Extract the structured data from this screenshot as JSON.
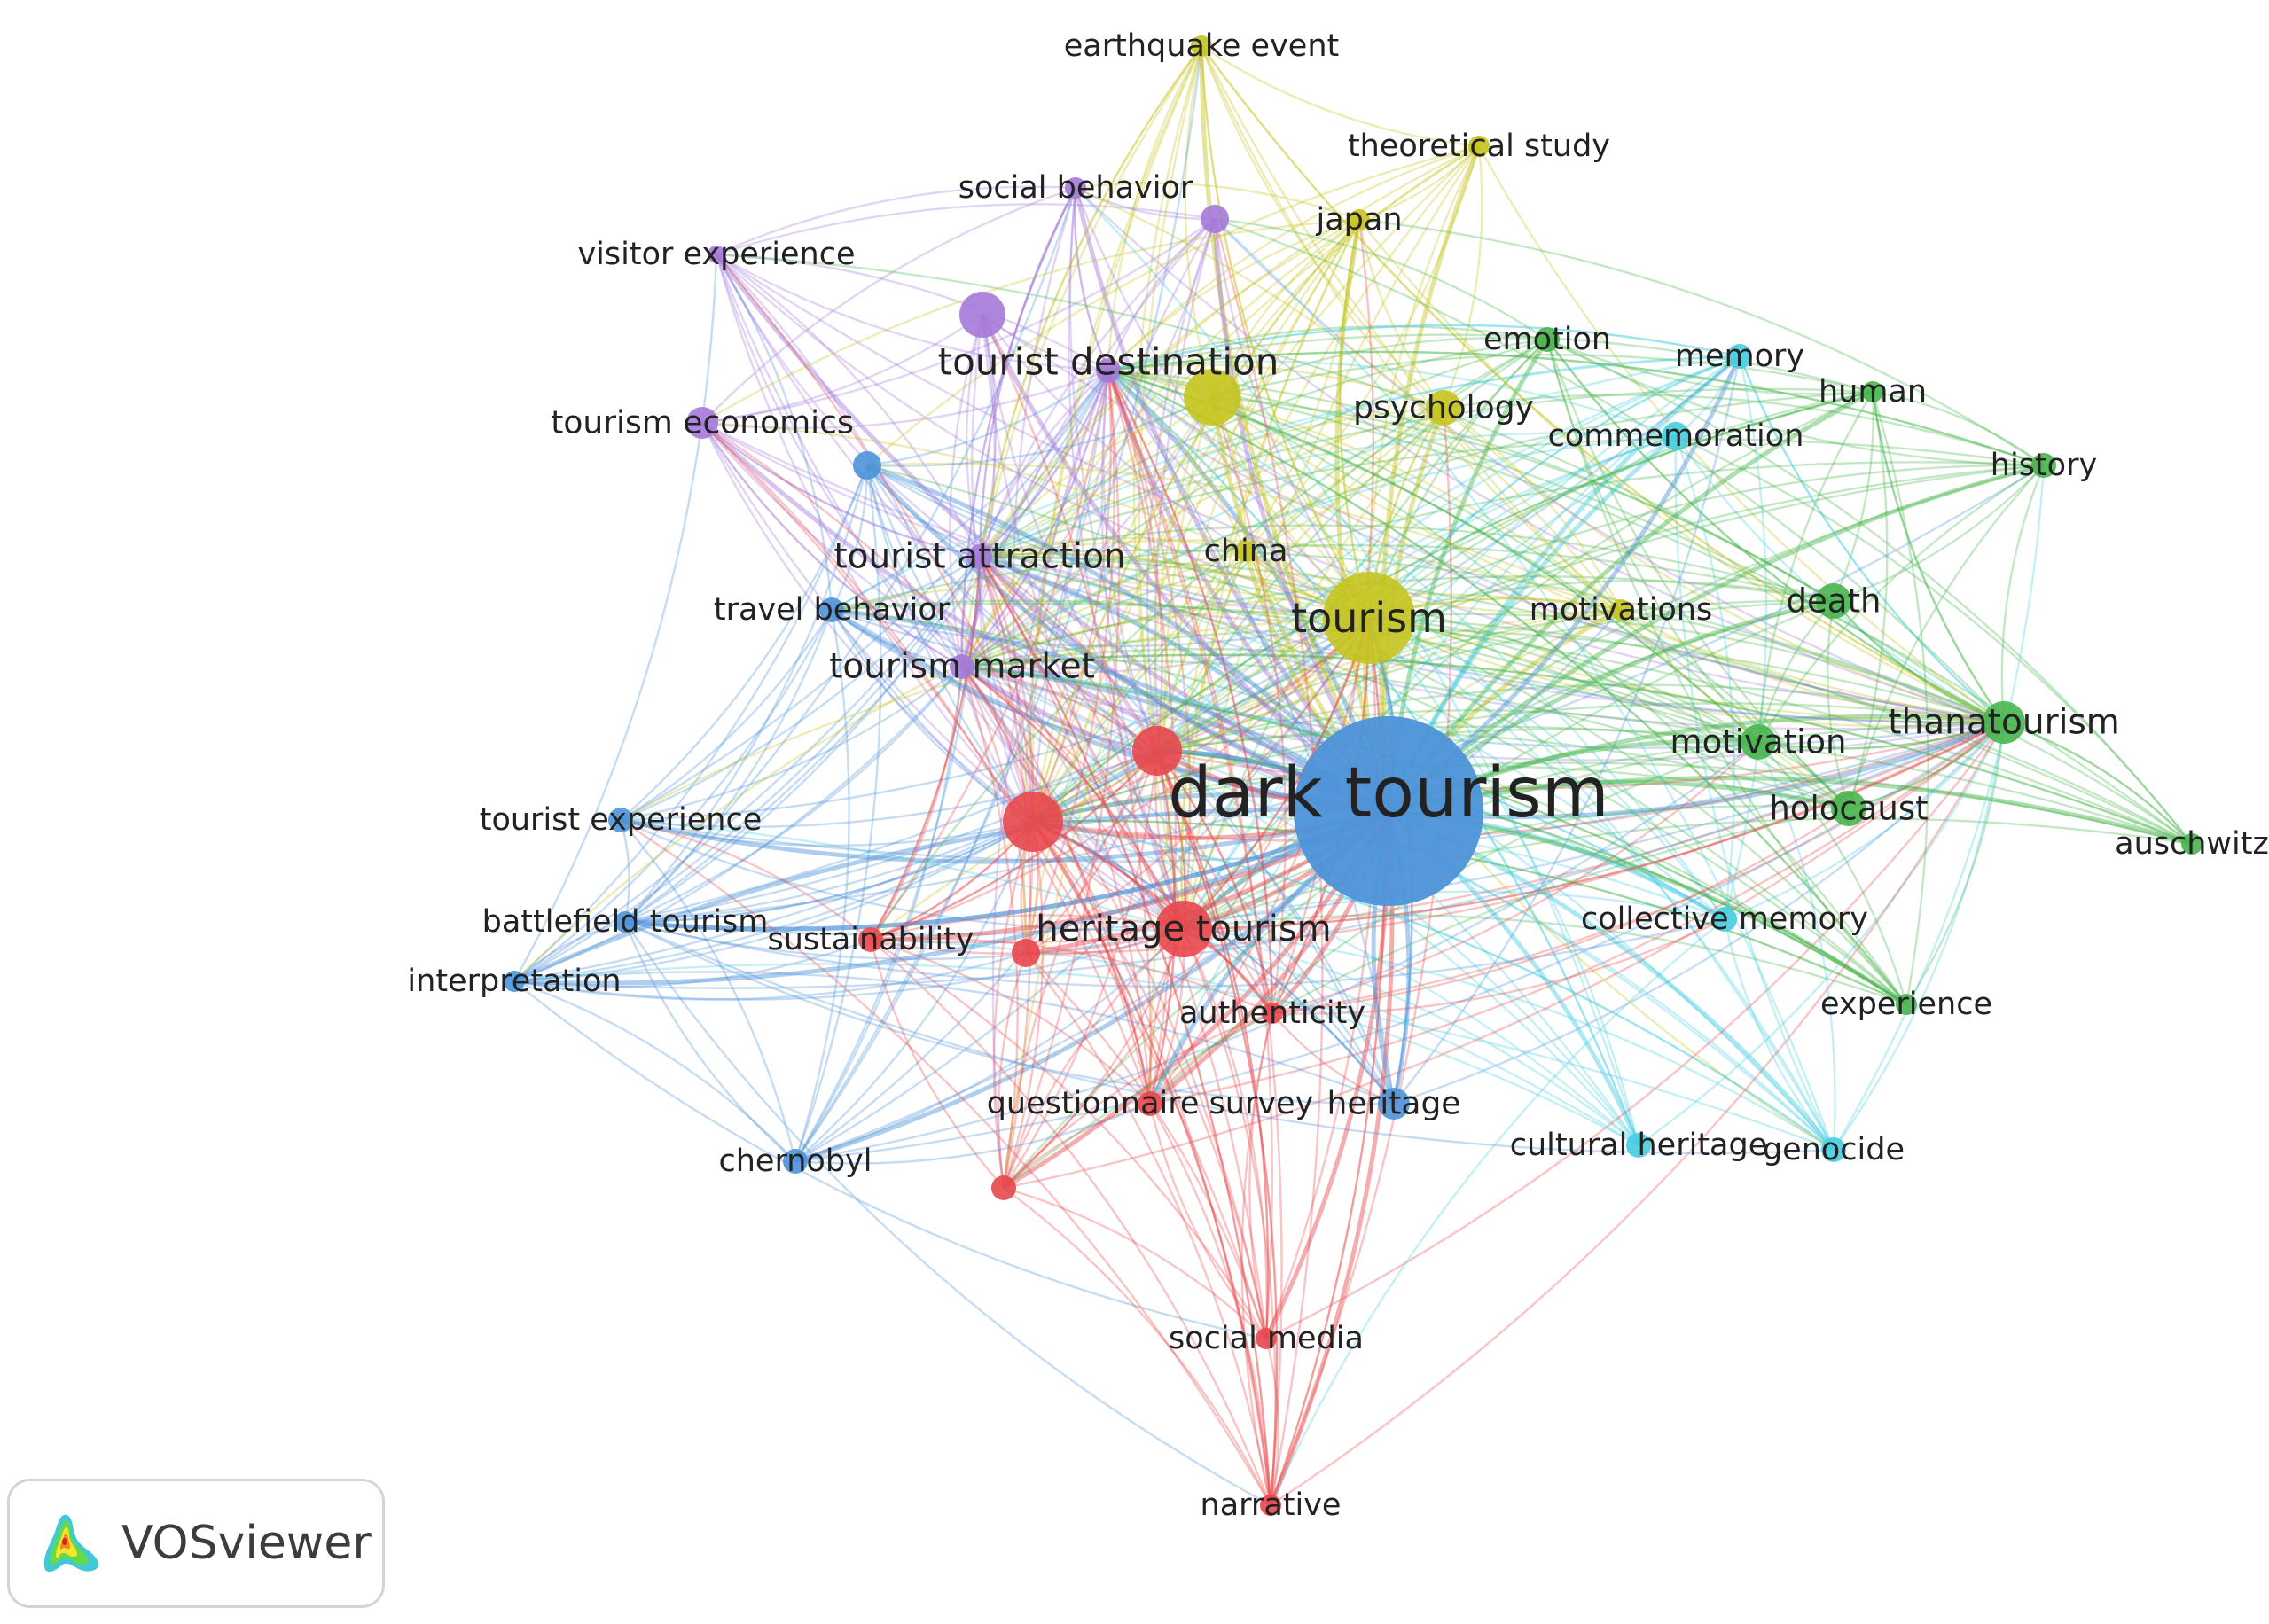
{
  "app": {
    "name": "VOSviewer"
  },
  "colors": {
    "red": "#e8474c",
    "blue": "#4d93d9",
    "yellow": "#c7c41e",
    "purple": "#a579d9",
    "green": "#47b54c",
    "cyan": "#46cde0"
  },
  "network": {
    "nodes": [
      {
        "id": "dark_tourism",
        "label": "dark tourism",
        "cluster": "blue",
        "weight": 10
      },
      {
        "id": "tourism",
        "label": "tourism",
        "cluster": "yellow",
        "weight": 6
      },
      {
        "id": "tourist_destination",
        "label": "tourist destination",
        "cluster": "purple",
        "weight": 5
      },
      {
        "id": "tourist_attraction",
        "label": "tourist attraction",
        "cluster": "purple",
        "weight": 4
      },
      {
        "id": "tourism_market",
        "label": "tourism market",
        "cluster": "purple",
        "weight": 4
      },
      {
        "id": "heritage_tourism",
        "label": "heritage tourism",
        "cluster": "red",
        "weight": 5
      },
      {
        "id": "thanatourism",
        "label": "thanatourism",
        "cluster": "green",
        "weight": 4
      },
      {
        "id": "psychology",
        "label": "psychology",
        "cluster": "yellow",
        "weight": 3
      },
      {
        "id": "tourism_economics",
        "label": "tourism economics",
        "cluster": "purple",
        "weight": 3
      },
      {
        "id": "earthquake_event",
        "label": "earthquake event",
        "cluster": "yellow",
        "weight": 2
      },
      {
        "id": "theoretical_study",
        "label": "theoretical study",
        "cluster": "yellow",
        "weight": 2
      },
      {
        "id": "social_behavior",
        "label": "social behavior",
        "cluster": "purple",
        "weight": 2
      },
      {
        "id": "japan",
        "label": "japan",
        "cluster": "yellow",
        "weight": 2
      },
      {
        "id": "visitor_experience",
        "label": "visitor experience",
        "cluster": "purple",
        "weight": 2
      },
      {
        "id": "emotion",
        "label": "emotion",
        "cluster": "green",
        "weight": 2
      },
      {
        "id": "memory",
        "label": "memory",
        "cluster": "cyan",
        "weight": 2
      },
      {
        "id": "human",
        "label": "human",
        "cluster": "green",
        "weight": 2
      },
      {
        "id": "commemoration",
        "label": "commemoration",
        "cluster": "cyan",
        "weight": 2
      },
      {
        "id": "history",
        "label": "history",
        "cluster": "green",
        "weight": 2
      },
      {
        "id": "china",
        "label": "china",
        "cluster": "yellow",
        "weight": 2
      },
      {
        "id": "travel_behavior",
        "label": "travel behavior",
        "cluster": "blue",
        "weight": 2
      },
      {
        "id": "motivations",
        "label": "motivations",
        "cluster": "yellow",
        "weight": 2
      },
      {
        "id": "death",
        "label": "death",
        "cluster": "green",
        "weight": 3
      },
      {
        "id": "motivation",
        "label": "motivation",
        "cluster": "green",
        "weight": 3
      },
      {
        "id": "holocaust",
        "label": "holocaust",
        "cluster": "green",
        "weight": 3
      },
      {
        "id": "auschwitz",
        "label": "auschwitz",
        "cluster": "green",
        "weight": 2
      },
      {
        "id": "tourist_experience",
        "label": "tourist experience",
        "cluster": "blue",
        "weight": 2
      },
      {
        "id": "battlefield_tourism",
        "label": "battlefield tourism",
        "cluster": "blue",
        "weight": 2
      },
      {
        "id": "sustainability",
        "label": "sustainability",
        "cluster": "red",
        "weight": 2
      },
      {
        "id": "interpretation",
        "label": "interpretation",
        "cluster": "blue",
        "weight": 2
      },
      {
        "id": "collective_memory",
        "label": "collective memory",
        "cluster": "cyan",
        "weight": 2
      },
      {
        "id": "experience",
        "label": "experience",
        "cluster": "green",
        "weight": 2
      },
      {
        "id": "authenticity",
        "label": "authenticity",
        "cluster": "red",
        "weight": 2
      },
      {
        "id": "questionnaire_survey",
        "label": "questionnaire survey",
        "cluster": "red",
        "weight": 2
      },
      {
        "id": "heritage",
        "label": "heritage",
        "cluster": "blue",
        "weight": 3
      },
      {
        "id": "cultural_heritage",
        "label": "cultural heritage",
        "cluster": "cyan",
        "weight": 2
      },
      {
        "id": "genocide",
        "label": "genocide",
        "cluster": "cyan",
        "weight": 2
      },
      {
        "id": "chernobyl",
        "label": "chernobyl",
        "cluster": "blue",
        "weight": 2
      },
      {
        "id": "social_media",
        "label": "social media",
        "cluster": "red",
        "weight": 2
      },
      {
        "id": "narrative",
        "label": "narrative",
        "cluster": "red",
        "weight": 2
      },
      {
        "id": "u_purple_1",
        "label": "",
        "cluster": "purple",
        "weight": 2
      },
      {
        "id": "u_purple_2",
        "label": "",
        "cluster": "purple",
        "weight": 3
      },
      {
        "id": "u_yellow_1",
        "label": "",
        "cluster": "yellow",
        "weight": 3
      },
      {
        "id": "u_blue_1",
        "label": "",
        "cluster": "blue",
        "weight": 2
      },
      {
        "id": "u_red_1",
        "label": "",
        "cluster": "red",
        "weight": 3
      },
      {
        "id": "u_red_2",
        "label": "",
        "cluster": "red",
        "weight": 4
      },
      {
        "id": "u_red_3",
        "label": "",
        "cluster": "red",
        "weight": 2
      },
      {
        "id": "u_red_4",
        "label": "",
        "cluster": "red",
        "weight": 2
      }
    ]
  }
}
